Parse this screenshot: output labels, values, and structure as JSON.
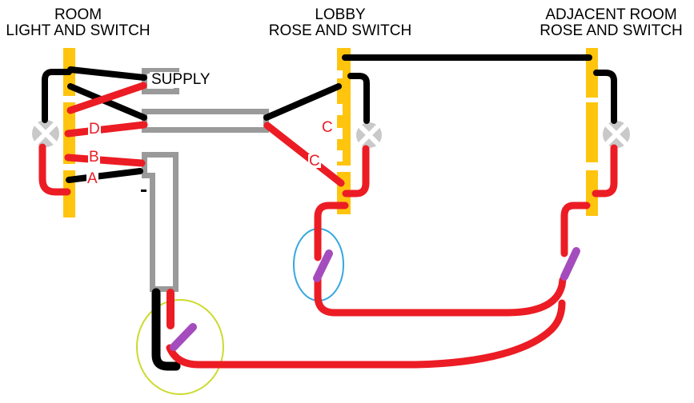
{
  "diagram": {
    "sections": [
      {
        "id": "room",
        "title_line1": "ROOM",
        "title_line2": "LIGHT AND SWITCH"
      },
      {
        "id": "lobby",
        "title_line1": "LOBBY",
        "title_line2": "ROSE AND SWITCH"
      },
      {
        "id": "adjacent-room",
        "title_line1": "ADJACENT ROOM",
        "title_line2": "ROSE AND SWITCH"
      }
    ],
    "supply_label": "SUPPLY",
    "wire_labels": {
      "a": "A",
      "b": "B",
      "d": "D",
      "c_upper": "C",
      "c_lower": "C"
    }
  },
  "palette": {
    "bar-yellow": "#FFC40E",
    "wire-red": "#EC1C24",
    "wire-black": "#000000",
    "box-gray": "#9A9A9A",
    "lamp-gray": "#C9C9C9",
    "switch-purple": "#A44CBE",
    "highlight-cyan": "#35A8DF",
    "highlight-yellowgreen": "#CDDA2E"
  }
}
